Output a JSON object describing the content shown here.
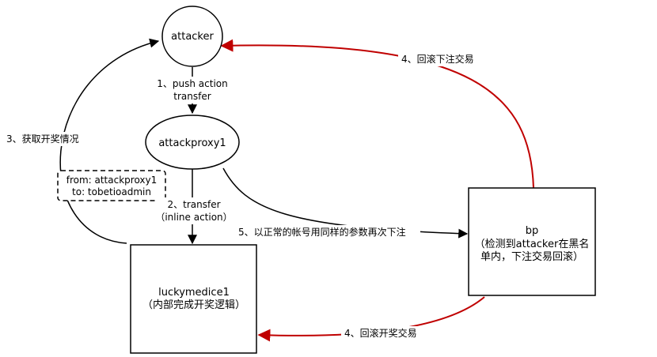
{
  "nodes": {
    "attacker": {
      "label": "attacker"
    },
    "attackproxy": {
      "label": "attackproxy1"
    },
    "luckymedice": {
      "line1": "luckymedice1",
      "line2": "（内部完成开奖逻辑）"
    },
    "bp": {
      "line1": "bp",
      "line2": "（检测到attacker在黑名",
      "line3": "单内，下注交易回滚）"
    }
  },
  "note": {
    "line1": "from: attackproxy1",
    "line2": "to:  tobetioadmin"
  },
  "edges": {
    "push_action": {
      "line1": "1、push action",
      "line2": "transfer"
    },
    "transfer_inline": {
      "line1": "2、transfer",
      "line2": "（inline action）"
    },
    "get_result": {
      "label": "3、获取开奖情况"
    },
    "rollback_bet": {
      "label": "4、回滚下注交易"
    },
    "rollback_draw": {
      "label": "4、回滚开奖交易"
    },
    "normal_bet": {
      "label": "5、以正常的帐号用同样的参数再次下注"
    }
  },
  "colors": {
    "line": "#000000",
    "rollback": "#c00000",
    "background": "#ffffff"
  }
}
